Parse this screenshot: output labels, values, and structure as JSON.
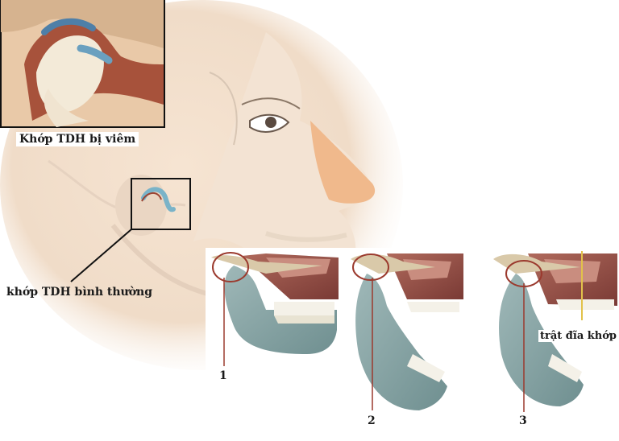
{
  "labels": {
    "inflamed_joint": "Khớp TDH bị viêm",
    "normal_joint": "khớp TDH bình thường",
    "disc_displacement": "trật đĩa khớp"
  },
  "panels": [
    {
      "number": "1"
    },
    {
      "number": "2"
    },
    {
      "number": "3"
    }
  ]
}
